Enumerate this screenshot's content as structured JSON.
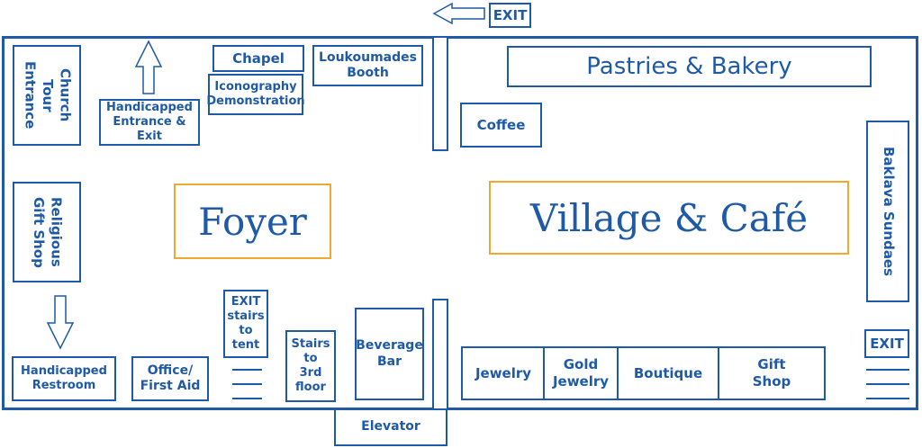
{
  "exit_top": "EXIT",
  "church_tour": "Church Tour Entrance",
  "handicapped_entrance": "Handicapped Entrance & Exit",
  "chapel": "Chapel",
  "iconography": "Iconography Demonstration",
  "loukoumades": "Loukoumades Booth",
  "coffee": "Coffee",
  "pastries": "Pastries & Bakery",
  "baklava": "Baklava Sundaes",
  "religious_gift": "Religious Gift Shop",
  "foyer": "Foyer",
  "village": "Village & Café",
  "exit_stairs": "EXIT stairs to tent",
  "stairs_3rd": "Stairs to 3rd floor",
  "beverage": "Beverage Bar",
  "handicapped_restroom": "Handicapped Restroom",
  "office": "Office/ First Aid",
  "shops": [
    "Jewelry",
    "Gold Jewelry",
    "Boutique",
    "Gift Shop"
  ],
  "exit_right": "EXIT",
  "elevator": "Elevator",
  "colors": {
    "line": "#1f5aa6",
    "accent": "#f0a830"
  }
}
